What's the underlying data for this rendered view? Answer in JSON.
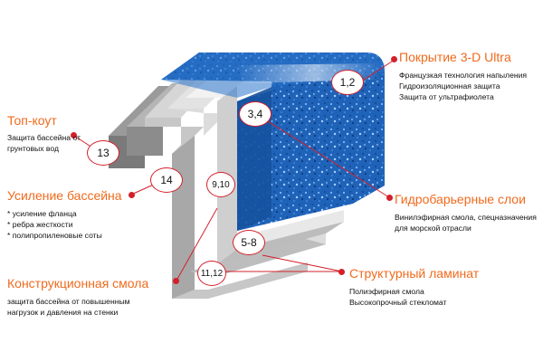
{
  "colors": {
    "accent": "#f06a1d",
    "marker": "#d4202a",
    "pool_blue": "#1a6bc4"
  },
  "callouts": [
    {
      "title": "Покрытие 3-D Ultra",
      "badge": "1,2",
      "lines": [
        "Французкая технология напыления",
        "Гидроизоляционная защита",
        "Защита от ультрафиолета"
      ]
    },
    {
      "title": "Топ-коут",
      "badge": "13",
      "lines": [
        "Защита бассейна от",
        "грунтовых вод"
      ]
    },
    {
      "title": "Усиление бассейна",
      "badge": "14",
      "lines": [
        "* усиление фланца",
        "* ребра жесткости",
        "* полипропиленовые соты"
      ]
    },
    {
      "title": "Гидробарьерные слои",
      "badge": "3,4",
      "lines": [
        "Винилэфирная смола, спецназначения",
        "для морской отрасли"
      ]
    },
    {
      "title": "Конструкционная смола",
      "badge": "9,10",
      "lines": [
        "защита бассейна от повышенным",
        "нагрузок и давления на стенки"
      ]
    },
    {
      "title": "Структурный ламинат",
      "badge": "5-8",
      "lines": [
        "Полиэфирная смола",
        "Высокопрочный стекломат"
      ]
    },
    {
      "badge": "11,12"
    }
  ]
}
